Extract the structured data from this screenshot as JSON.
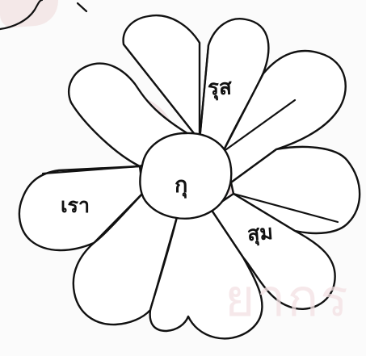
{
  "diagram": {
    "labels": {
      "top_petal": "รุส",
      "center": "กุ",
      "left_petal": "เรา",
      "right_petal": "สุม"
    }
  },
  "watermark": {
    "text": "ยากร"
  }
}
